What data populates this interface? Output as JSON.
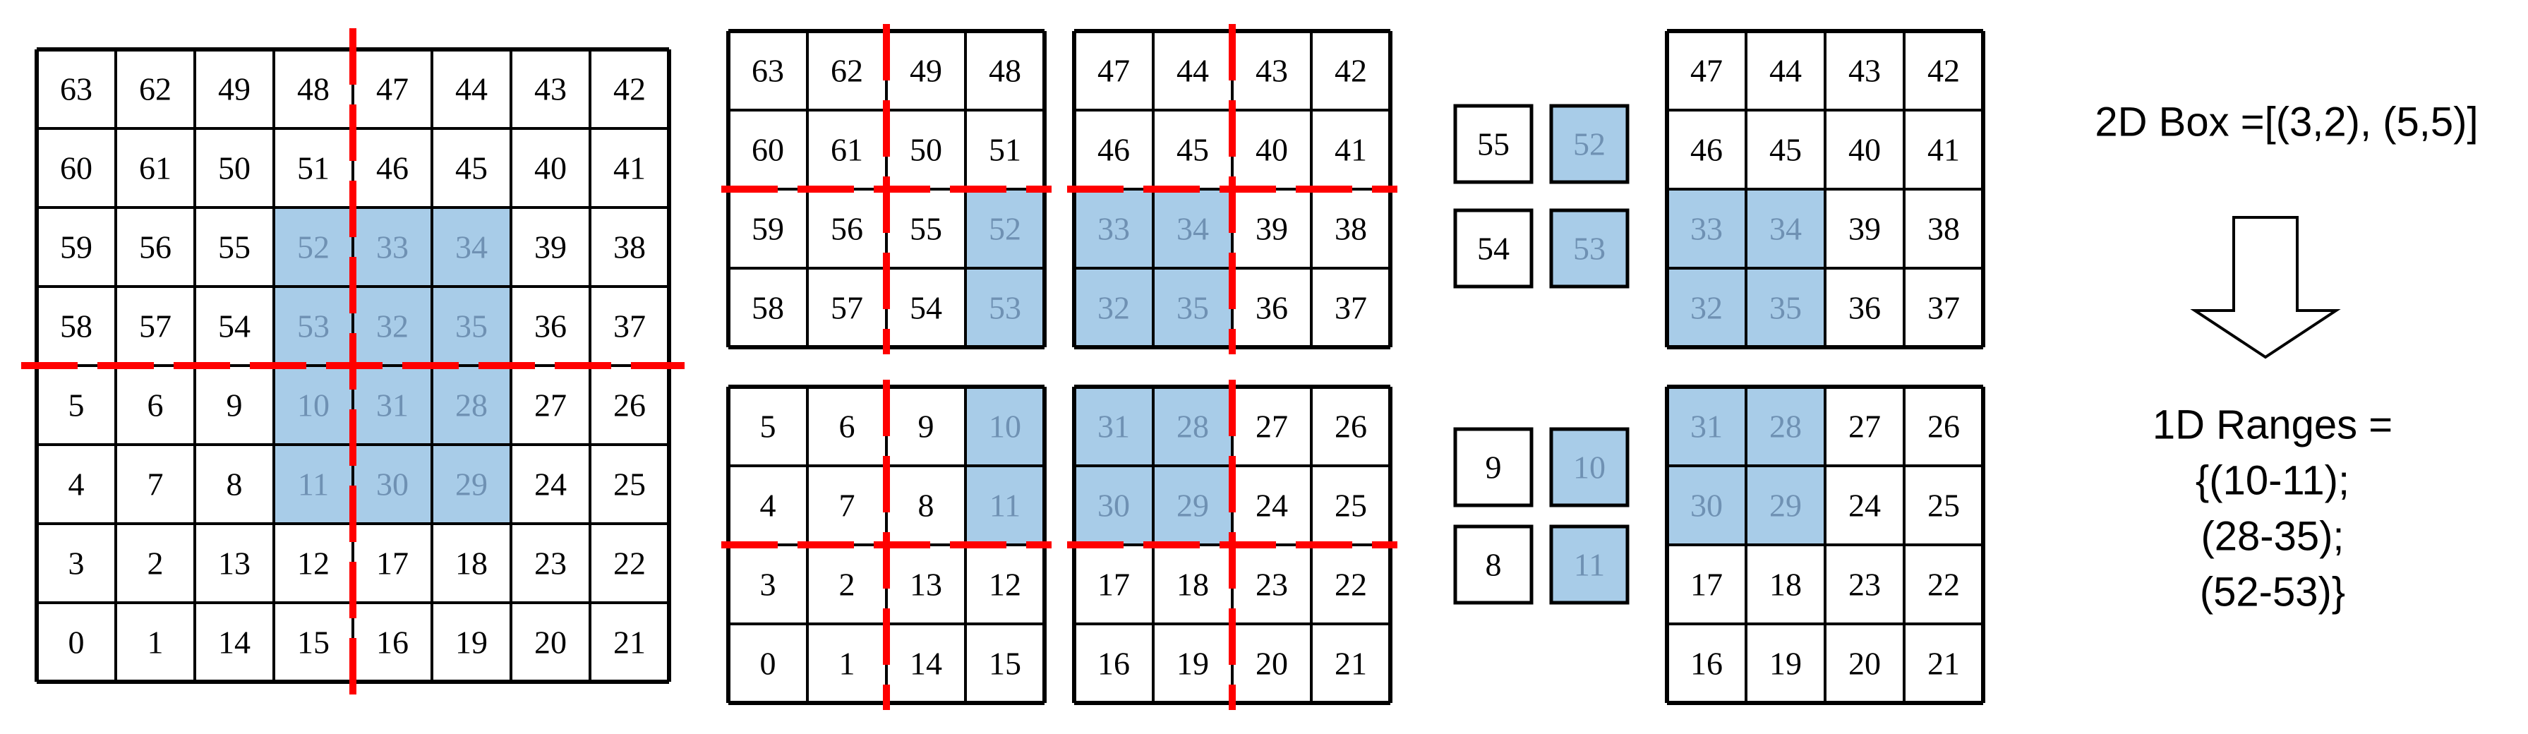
{
  "colors": {
    "highlight_fill": "#a8cce8",
    "highlight_text": "#6f91b3",
    "cut_line": "#ff0000",
    "grid": "#000000"
  },
  "grids": [
    {
      "id": "full-grid",
      "rows": [
        [
          "63",
          "62",
          "49",
          "48",
          "47",
          "44",
          "43",
          "42"
        ],
        [
          "60",
          "61",
          "50",
          "51",
          "46",
          "45",
          "40",
          "41"
        ],
        [
          "59",
          "56",
          "55",
          "52",
          "33",
          "34",
          "39",
          "38"
        ],
        [
          "58",
          "57",
          "54",
          "53",
          "32",
          "35",
          "36",
          "37"
        ],
        [
          "5",
          "6",
          "9",
          "10",
          "31",
          "28",
          "27",
          "26"
        ],
        [
          "4",
          "7",
          "8",
          "11",
          "30",
          "29",
          "24",
          "25"
        ],
        [
          "3",
          "2",
          "13",
          "12",
          "17",
          "18",
          "23",
          "22"
        ],
        [
          "0",
          "1",
          "14",
          "15",
          "16",
          "19",
          "20",
          "21"
        ]
      ],
      "highlight": [
        [
          2,
          3
        ],
        [
          2,
          4
        ],
        [
          2,
          5
        ],
        [
          3,
          3
        ],
        [
          3,
          4
        ],
        [
          3,
          5
        ],
        [
          4,
          3
        ],
        [
          4,
          4
        ],
        [
          4,
          5
        ],
        [
          5,
          3
        ],
        [
          5,
          4
        ],
        [
          5,
          5
        ]
      ]
    },
    {
      "id": "quadrant-top-left",
      "rows": [
        [
          "63",
          "62",
          "49",
          "48"
        ],
        [
          "60",
          "61",
          "50",
          "51"
        ],
        [
          "59",
          "56",
          "55",
          "52"
        ],
        [
          "58",
          "57",
          "54",
          "53"
        ]
      ],
      "highlight": [
        [
          2,
          3
        ],
        [
          3,
          3
        ]
      ]
    },
    {
      "id": "quadrant-top-right",
      "rows": [
        [
          "47",
          "44",
          "43",
          "42"
        ],
        [
          "46",
          "45",
          "40",
          "41"
        ],
        [
          "33",
          "34",
          "39",
          "38"
        ],
        [
          "32",
          "35",
          "36",
          "37"
        ]
      ],
      "highlight": [
        [
          2,
          0
        ],
        [
          2,
          1
        ],
        [
          3,
          0
        ],
        [
          3,
          1
        ]
      ]
    },
    {
      "id": "quadrant-bottom-left",
      "rows": [
        [
          "5",
          "6",
          "9",
          "10"
        ],
        [
          "4",
          "7",
          "8",
          "11"
        ],
        [
          "3",
          "2",
          "13",
          "12"
        ],
        [
          "0",
          "1",
          "14",
          "15"
        ]
      ],
      "highlight": [
        [
          0,
          3
        ],
        [
          1,
          3
        ]
      ]
    },
    {
      "id": "quadrant-bottom-right",
      "rows": [
        [
          "31",
          "28",
          "27",
          "26"
        ],
        [
          "30",
          "29",
          "24",
          "25"
        ],
        [
          "17",
          "18",
          "23",
          "22"
        ],
        [
          "16",
          "19",
          "20",
          "21"
        ]
      ],
      "highlight": [
        [
          0,
          0
        ],
        [
          0,
          1
        ],
        [
          1,
          0
        ],
        [
          1,
          1
        ]
      ]
    },
    {
      "id": "result-top-right",
      "rows": [
        [
          "47",
          "44",
          "43",
          "42"
        ],
        [
          "46",
          "45",
          "40",
          "41"
        ],
        [
          "33",
          "34",
          "39",
          "38"
        ],
        [
          "32",
          "35",
          "36",
          "37"
        ]
      ],
      "highlight": [
        [
          2,
          0
        ],
        [
          2,
          1
        ],
        [
          3,
          0
        ],
        [
          3,
          1
        ]
      ]
    },
    {
      "id": "result-bottom-right",
      "rows": [
        [
          "31",
          "28",
          "27",
          "26"
        ],
        [
          "30",
          "29",
          "24",
          "25"
        ],
        [
          "17",
          "18",
          "23",
          "22"
        ],
        [
          "16",
          "19",
          "20",
          "21"
        ]
      ],
      "highlight": [
        [
          0,
          0
        ],
        [
          0,
          1
        ],
        [
          1,
          0
        ],
        [
          1,
          1
        ]
      ]
    }
  ],
  "single_boxes": [
    {
      "id": "box-55",
      "value": "55",
      "highlight": false
    },
    {
      "id": "box-52",
      "value": "52",
      "highlight": true
    },
    {
      "id": "box-54",
      "value": "54",
      "highlight": false
    },
    {
      "id": "box-53",
      "value": "53",
      "highlight": true
    },
    {
      "id": "box-9",
      "value": "9",
      "highlight": false
    },
    {
      "id": "box-10",
      "value": "10",
      "highlight": true
    },
    {
      "id": "box-8",
      "value": "8",
      "highlight": false
    },
    {
      "id": "box-11",
      "value": "11",
      "highlight": true
    }
  ],
  "labels": {
    "box_2d": "2D Box =[(3,2), (5,5)]",
    "ranges_line1": "1D Ranges =",
    "ranges_line2": "{(10-11);",
    "ranges_line3": "(28-35);",
    "ranges_line4": "(52-53)}"
  }
}
